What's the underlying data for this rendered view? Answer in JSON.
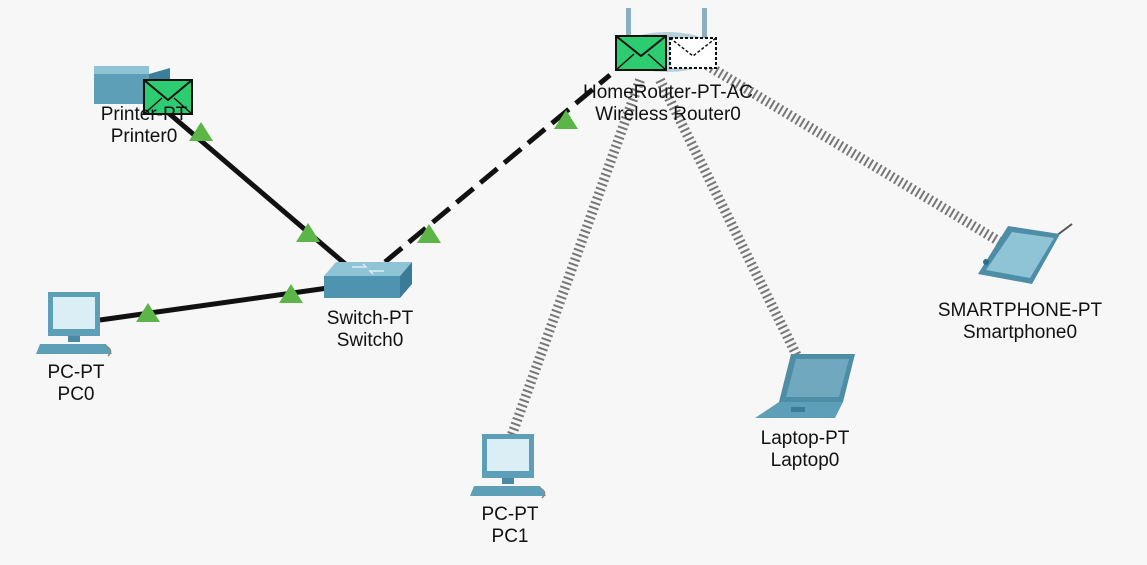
{
  "devices": {
    "printer": {
      "model": "Printer-PT",
      "name": "Printer0"
    },
    "router": {
      "model": "HomeRouter-PT-AC",
      "name": "Wireless Router0"
    },
    "switch": {
      "model": "Switch-PT",
      "name": "Switch0"
    },
    "pc0": {
      "model": "PC-PT",
      "name": "PC0"
    },
    "pc1": {
      "model": "PC-PT",
      "name": "PC1"
    },
    "laptop": {
      "model": "Laptop-PT",
      "name": "Laptop0"
    },
    "smartphone": {
      "model": "SMARTPHONE-PT",
      "name": "Smartphone0"
    }
  },
  "colors": {
    "link_up": "#5cb547",
    "device_body": "#6fa8bf",
    "envelope": "#2ecc71",
    "copper": "#111111"
  }
}
